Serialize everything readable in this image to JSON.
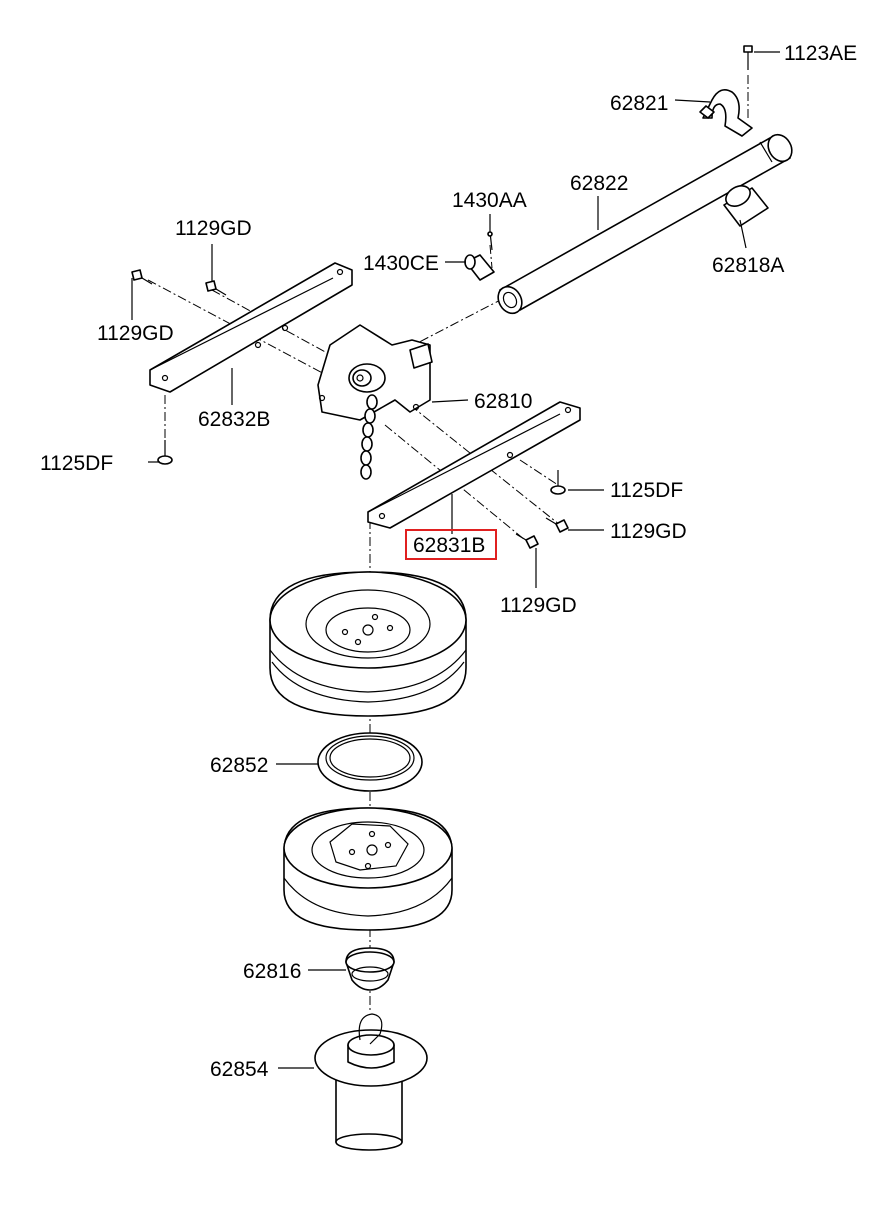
{
  "labels": {
    "p1123AE": "1123AE",
    "p62821": "62821",
    "p62822": "62822",
    "p1430AA": "1430AA",
    "p1430CE": "1430CE",
    "p62818A": "62818A",
    "p1129GD_a": "1129GD",
    "p1129GD_b": "1129GD",
    "p62832B": "62832B",
    "p1125DF_a": "1125DF",
    "p62810": "62810",
    "p1125DF_b": "1125DF",
    "p1129GD_c": "1129GD",
    "p62831B": "62831B",
    "p1129GD_d": "1129GD",
    "p62852": "62852",
    "p62816": "62816",
    "p62854": "62854"
  },
  "highlighted_part": "62831B",
  "colors": {
    "line": "#000000",
    "background": "#ffffff",
    "highlight": "#e02020"
  }
}
